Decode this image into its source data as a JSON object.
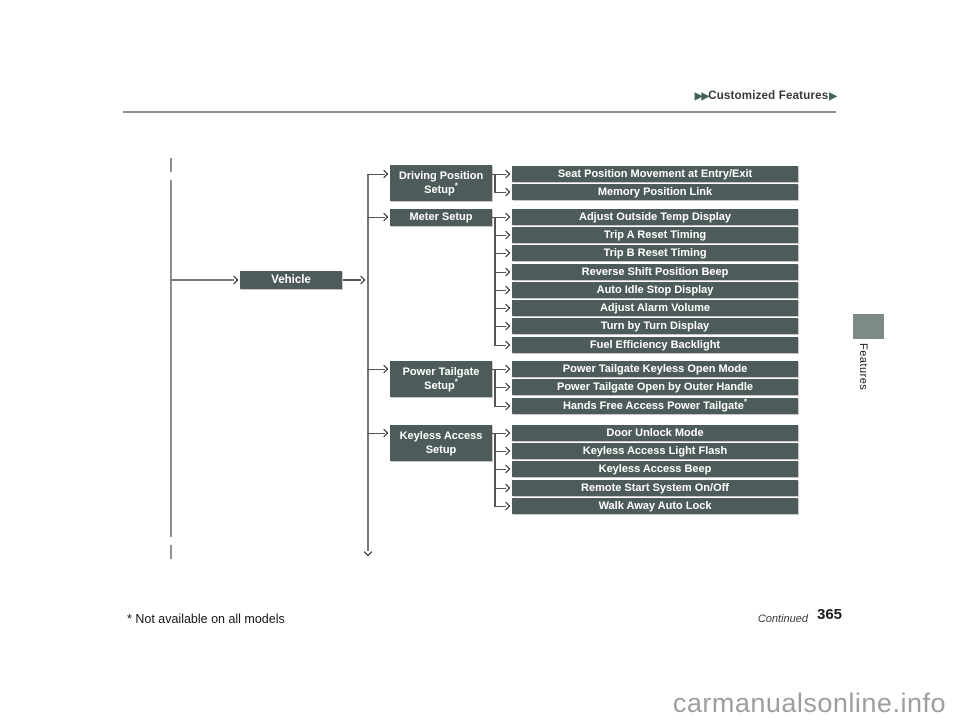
{
  "header": {
    "left_arrows": "▶▶",
    "title": "Customized Features",
    "right_arrow": "▶"
  },
  "side_tab": {
    "label": "Features"
  },
  "tree": {
    "root": {
      "label": "Vehicle"
    },
    "sections": [
      {
        "label": "Driving Position Setup",
        "asterisk": "*",
        "items": [
          {
            "label": "Seat Position Movement at Entry/Exit",
            "asterisk": ""
          },
          {
            "label": "Memory Position Link",
            "asterisk": ""
          }
        ]
      },
      {
        "label": "Meter Setup",
        "asterisk": "",
        "items": [
          {
            "label": "Adjust Outside Temp Display",
            "asterisk": ""
          },
          {
            "label": "Trip A Reset Timing",
            "asterisk": ""
          },
          {
            "label": "Trip B Reset Timing",
            "asterisk": ""
          },
          {
            "label": "Reverse Shift Position Beep",
            "asterisk": ""
          },
          {
            "label": "Auto Idle Stop Display",
            "asterisk": ""
          },
          {
            "label": "Adjust Alarm Volume",
            "asterisk": ""
          },
          {
            "label": "Turn by Turn Display",
            "asterisk": ""
          },
          {
            "label": "Fuel Efficiency Backlight",
            "asterisk": ""
          }
        ]
      },
      {
        "label": "Power Tailgate Setup",
        "asterisk": "*",
        "items": [
          {
            "label": "Power Tailgate Keyless Open Mode",
            "asterisk": ""
          },
          {
            "label": "Power Tailgate Open by Outer Handle",
            "asterisk": ""
          },
          {
            "label": "Hands Free Access Power Tailgate",
            "asterisk": "*"
          }
        ]
      },
      {
        "label": "Keyless Access Setup",
        "asterisk": "",
        "items": [
          {
            "label": "Door Unlock Mode",
            "asterisk": ""
          },
          {
            "label": "Keyless Access Light Flash",
            "asterisk": ""
          },
          {
            "label": "Keyless Access Beep",
            "asterisk": ""
          },
          {
            "label": "Remote Start System On/Off",
            "asterisk": ""
          },
          {
            "label": "Walk Away Auto Lock",
            "asterisk": ""
          }
        ]
      }
    ]
  },
  "footer": {
    "footnote": "* Not available on all models",
    "continued": "Continued",
    "page_number": "365"
  },
  "watermark": "carmanualsonline.info",
  "colors": {
    "box_fill": "#4d5c5a",
    "box_text": "#ffffff",
    "tab_square": "#7d8b88",
    "header_arrow": "#44615d",
    "line_gray": "#8f8f8f",
    "watermark_gray": "#9e9e9e"
  }
}
